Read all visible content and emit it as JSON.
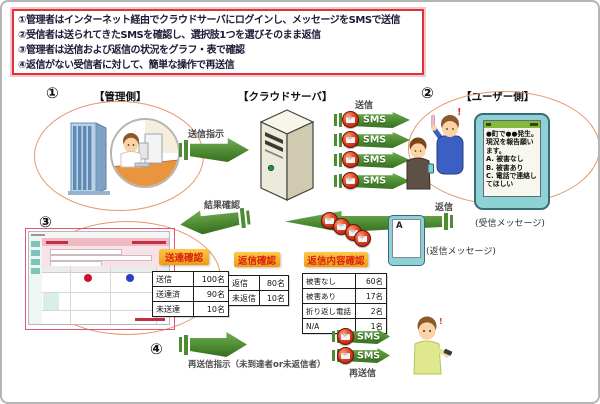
{
  "header": {
    "instructions": [
      "①管理者はインターネット経由でクラウドサーバにログインし、メッセージをSMSで送信",
      "②受信者は送られてきたSMSを確認し、選択肢1つを選びそのまま返信",
      "③管理者は送信および返信の状況をグラフ・表で確認",
      "④返信がない受信者に対して、簡単な操作で再送信"
    ]
  },
  "sections": {
    "admin": {
      "number": "①",
      "label": "【管理側】"
    },
    "cloud": {
      "label": "【クラウドサーバ】"
    },
    "user": {
      "number": "②",
      "label": "【ユーザー側】"
    },
    "check": {
      "number": "③"
    },
    "resend": {
      "number": "④"
    }
  },
  "flows": {
    "send_instruction": "送信指示",
    "send": "送信",
    "sms": "SMS",
    "result_confirm": "結果確認",
    "reply": "返信",
    "received_caption": "(受信メッセージ)",
    "reply_caption": "(返信メッセージ)",
    "reply_letter": "A",
    "resend_instruction": "再送信指示（未到達者or未返信者）",
    "resend": "再送信"
  },
  "phone": {
    "message_lines": [
      "●町で●●発生。現況を報告願います。",
      "A. 被害なし",
      "B. 被害あり",
      "C. 電話で連絡してほしい"
    ]
  },
  "badges": {
    "delivery": "送達確認",
    "reply": "返信確認",
    "reply_content": "返信内容確認"
  },
  "tables": {
    "delivery": {
      "rows": [
        [
          "送信",
          "100名"
        ],
        [
          "送達済",
          "90名"
        ],
        [
          "未送達",
          "10名"
        ]
      ]
    },
    "reply": {
      "rows": [
        [
          "返信",
          "80名"
        ],
        [
          "未返信",
          "10名"
        ]
      ]
    },
    "reply_content": {
      "rows": [
        [
          "被害なし",
          "60名"
        ],
        [
          "被害あり",
          "17名"
        ],
        [
          "折り返し電話",
          "2名"
        ],
        [
          "N/A",
          "1名"
        ]
      ]
    }
  },
  "mini_dashboard": {
    "dot_colors": [
      "#cc1133",
      "#2741c8",
      "#2741c8"
    ]
  },
  "colors": {
    "arrow_green": "#4e8c33",
    "badge_orange": "#f09a10",
    "badge_text_red": "#d8230e",
    "box_border_red": "#e03038",
    "ellipse_orange": "#e28c5c",
    "phone_teal": "#8ed2d6",
    "mail_red": "#df4526"
  }
}
